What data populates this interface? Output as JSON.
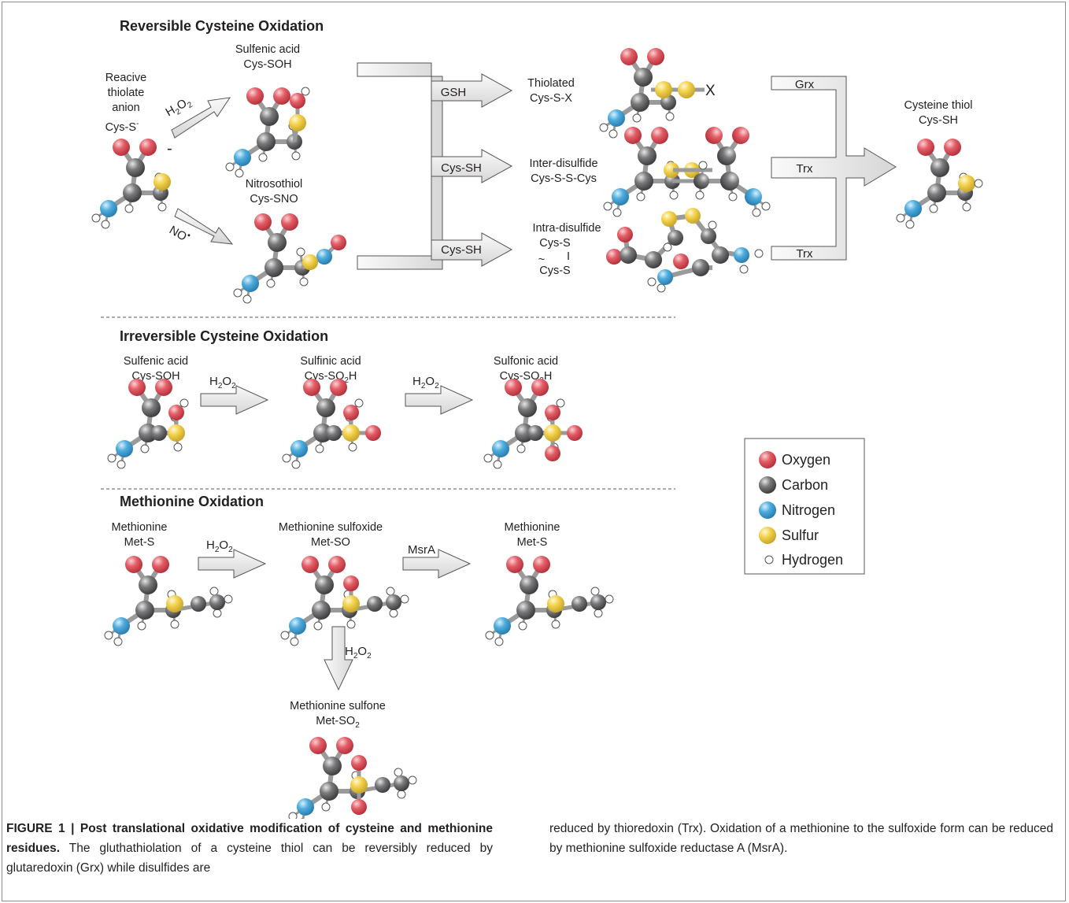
{
  "sections": {
    "reversible": "Reversible Cysteine Oxidation",
    "irreversible": "Irreversible Cysteine Oxidation",
    "methionine": "Methionine Oxidation"
  },
  "reversible": {
    "thiolate": [
      "Reacive",
      "thiolate",
      "anion"
    ],
    "thiolate_formula": "Cys-S",
    "thiolate_sup": "-",
    "thiolate_charge": "-",
    "sulfenic": [
      "Sulfenic acid",
      "Cys-SOH"
    ],
    "h2o2_base": "H",
    "h2o2_sub1": "2",
    "h2o2_mid": "O",
    "h2o2_sub2": "2",
    "no_label": "NO",
    "no_dot": "•",
    "nitrosothiol": [
      "Nitrosothiol",
      "Cys-SNO"
    ],
    "gsh": "GSH",
    "cyssh_1": "Cys-SH",
    "cyssh_2": "Cys-SH",
    "thiolated": [
      "Thiolated",
      "Cys-S-X"
    ],
    "thiolated_x": "X",
    "inter": [
      "Inter-disulfide",
      "Cys-S-S-Cys"
    ],
    "intra": [
      "Intra-disulfide",
      "Cys-S",
      "Cys-S"
    ],
    "intra_tilde": "~",
    "intra_bar": "I",
    "grx": "Grx",
    "trx_1": "Trx",
    "trx_2": "Trx",
    "cysteine_thiol": [
      "Cysteine thiol",
      "Cys-SH"
    ]
  },
  "irreversible": {
    "sulfenic": [
      "Sulfenic acid",
      "Cys-SOH"
    ],
    "sulfinic": [
      "Sulfinic acid",
      "Cys-SO",
      "2",
      "H"
    ],
    "sulfonic": [
      "Sulfonic acid",
      "Cys-SO",
      "3",
      "H"
    ]
  },
  "methionine": {
    "met": [
      "Methionine",
      "Met-S"
    ],
    "sulfoxide": [
      "Methionine sulfoxide",
      "Met-SO"
    ],
    "msra": "MsrA",
    "met_reduced": [
      "Methionine",
      "Met-S"
    ],
    "sulfone": [
      "Methionine sulfone",
      "Met-SO",
      "2"
    ]
  },
  "legend": [
    {
      "label": "Oxygen",
      "color": "#e05a63"
    },
    {
      "label": "Carbon",
      "color": "#6d6e71"
    },
    {
      "label": "Nitrogen",
      "color": "#4aa8d8"
    },
    {
      "label": "Sulfur",
      "color": "#f2d14b"
    },
    {
      "label": "Hydrogen",
      "color": "#ffffff"
    }
  ],
  "caption": {
    "bold": "FIGURE 1 | Post translational oxidative modification of cysteine and methionine residues.",
    "left_text": " The gluthathiolation of a cysteine thiol can be reversibly reduced by glutaredoxin (Grx) while disulfides are",
    "right_text": "reduced by thioredoxin (Trx). Oxidation of a methionine to the sulfoxide form can be reduced by methionine sulfoxide reductase A (MsrA)."
  }
}
